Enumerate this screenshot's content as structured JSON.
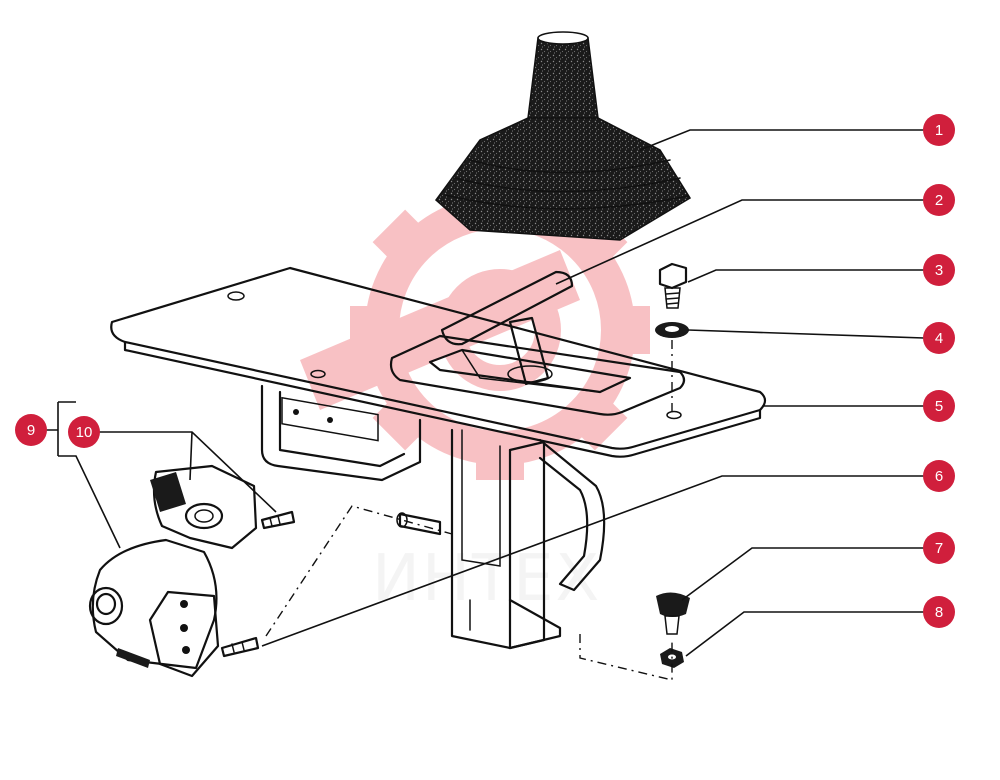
{
  "watermark": {
    "text": "ИНТЕХ",
    "color": "#e8242f"
  },
  "callout_color": "#d01f3c",
  "callouts": [
    {
      "id": "1",
      "label": "1"
    },
    {
      "id": "2",
      "label": "2"
    },
    {
      "id": "3",
      "label": "3"
    },
    {
      "id": "4",
      "label": "4"
    },
    {
      "id": "5",
      "label": "5"
    },
    {
      "id": "6",
      "label": "6"
    },
    {
      "id": "7",
      "label": "7"
    },
    {
      "id": "8",
      "label": "8"
    },
    {
      "id": "9",
      "label": "9"
    },
    {
      "id": "10",
      "label": "10"
    }
  ]
}
